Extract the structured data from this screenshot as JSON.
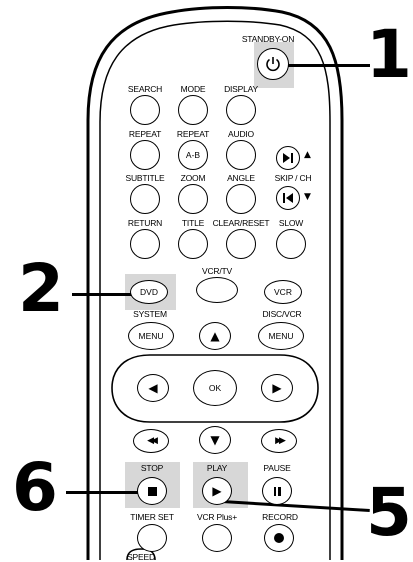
{
  "callouts": {
    "c1": "1",
    "c2": "2",
    "c5": "5",
    "c6": "6"
  },
  "labels": {
    "standby": "STANDBY-ON",
    "search": "SEARCH",
    "mode": "MODE",
    "display": "DISPLAY",
    "repeat": "REPEAT",
    "repeat_ab": "REPEAT",
    "audio": "AUDIO",
    "subtitle": "SUBTITLE",
    "zoom": "ZOOM",
    "angle": "ANGLE",
    "skip_ch": "SKIP / CH",
    "return": "RETURN",
    "title": "TITLE",
    "clear_reset": "CLEAR/RESET",
    "slow": "SLOW",
    "vcr_tv": "VCR/TV",
    "system": "SYSTEM",
    "disc_vcr": "DISC/VCR",
    "stop": "STOP",
    "play": "PLAY",
    "pause": "PAUSE",
    "timer_set": "TIMER SET",
    "vcr_plus": "VCR Plus+",
    "record": "RECORD",
    "speed": "SPEED"
  },
  "buttons": {
    "ab": "A-B",
    "dvd": "DVD",
    "vcr": "VCR",
    "menu_left": "MENU",
    "menu_right": "MENU",
    "ok": "OK"
  },
  "icons": {
    "power": "power-icon",
    "skip_fwd": "skip-forward-icon",
    "skip_back": "skip-back-icon",
    "up": "arrow-up-icon",
    "down": "arrow-down-icon",
    "left": "arrow-left-icon",
    "right": "arrow-right-icon",
    "rewind": "rewind-icon",
    "fast_forward": "fast-forward-icon",
    "stop": "stop-icon",
    "play": "play-icon",
    "pause": "pause-icon",
    "record": "record-icon"
  },
  "colors": {
    "highlight": "#d7d7d7",
    "ink": "#000000"
  }
}
